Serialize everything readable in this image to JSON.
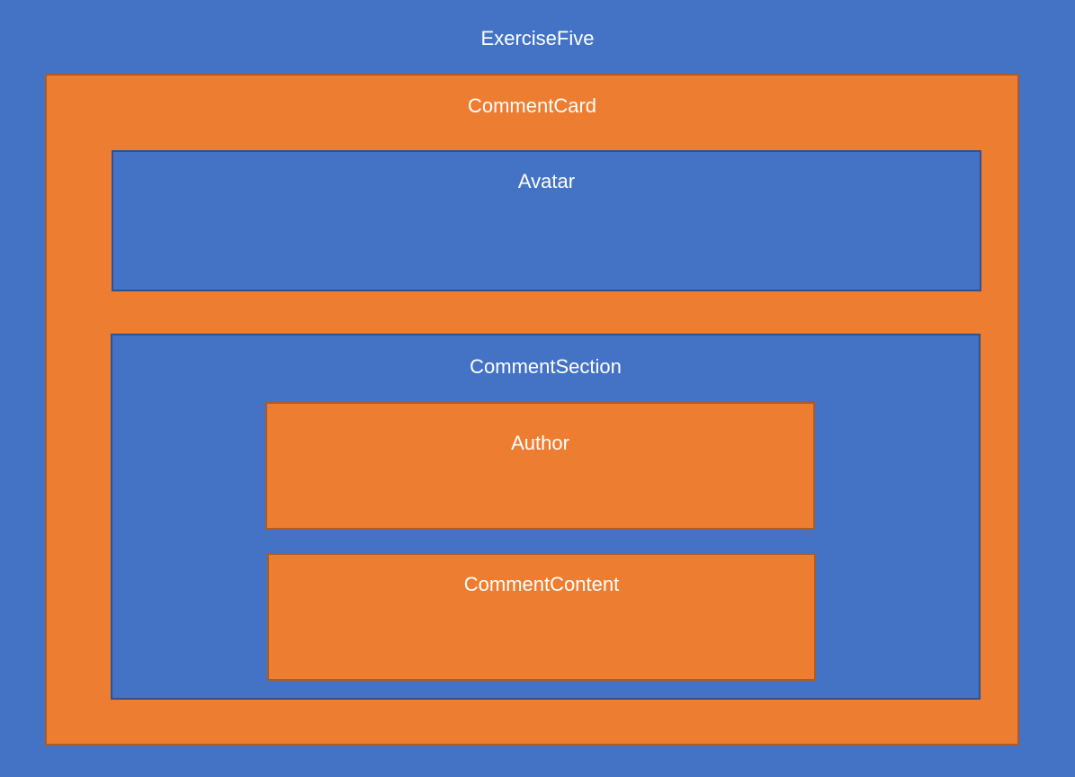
{
  "diagram": {
    "title": "ExerciseFive",
    "colors": {
      "background_blue": "#4472C4",
      "blue_box_border": "#2F528F",
      "orange_fill": "#ED7D31",
      "orange_box_border": "#AE5A21",
      "label_text": "#FFFFFF"
    },
    "boxes": {
      "comment_card": {
        "label": "CommentCard"
      },
      "avatar": {
        "label": "Avatar"
      },
      "comment_section": {
        "label": "CommentSection"
      },
      "author": {
        "label": "Author"
      },
      "comment_content": {
        "label": "CommentContent"
      }
    }
  }
}
